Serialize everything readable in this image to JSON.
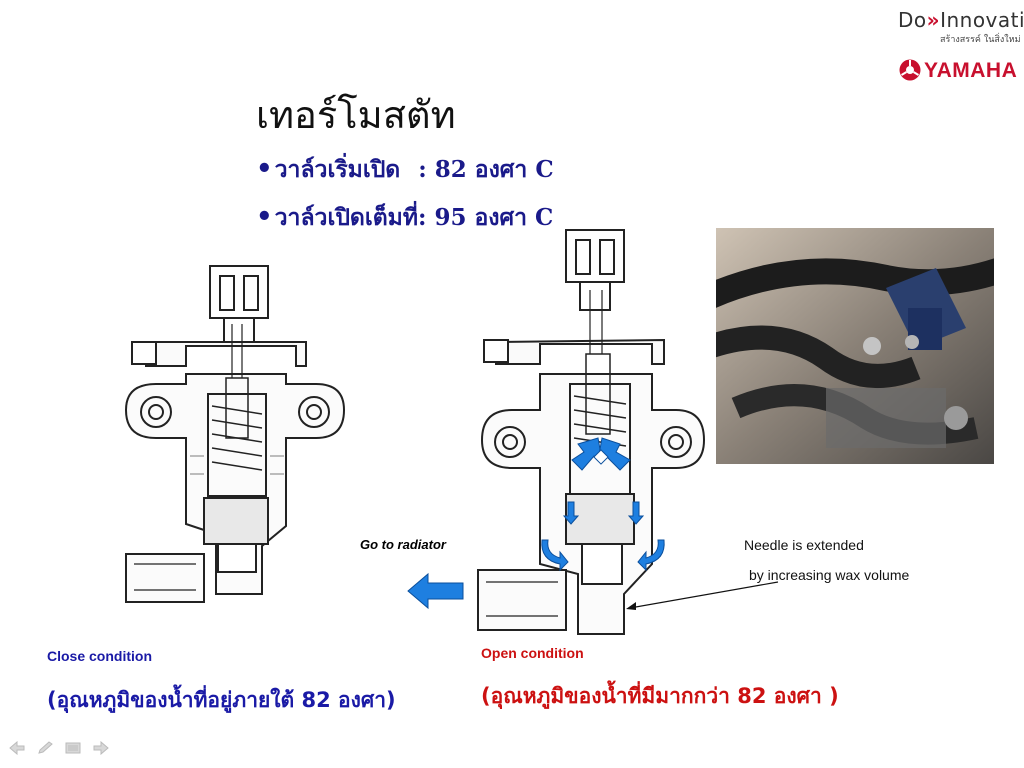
{
  "brand": {
    "do_prefix": "Do",
    "do_chevrons": "»",
    "do_word": "Innovative",
    "tagline": "สร้างสรรค์ ในสิ่งใหม่",
    "logo_text": "YAMAHA",
    "logo_color": "#c8102e"
  },
  "slide": {
    "title": "เทอร์โมสตัท",
    "bullets": [
      {
        "label": "วาล์วเริ่มเปิด",
        "value": ": 82 องศา C"
      },
      {
        "label": "วาล์วเปิดเต็มที่",
        "value": ": 95 องศา C"
      }
    ]
  },
  "annotations": {
    "go_to_radiator": "Go to radiator",
    "needle_line1": "Needle is extended",
    "needle_line2": "by increasing wax volume"
  },
  "captions": {
    "close_label": "Close condition",
    "close_desc": "(อุณหภูมิของน้ำที่อยู่ภายใต้ 82 องศา)",
    "open_label": "Open condition",
    "open_desc": "(อุณหภูมิของน้ำที่มีมากกว่า 82 องศา )"
  },
  "colors": {
    "flow_arrow": "#1e7fe0",
    "close_text": "#1a1aa6",
    "open_text": "#cc1111"
  },
  "icons": [
    "previous-slide-icon",
    "pen-icon",
    "menu-icon",
    "next-slide-icon"
  ]
}
